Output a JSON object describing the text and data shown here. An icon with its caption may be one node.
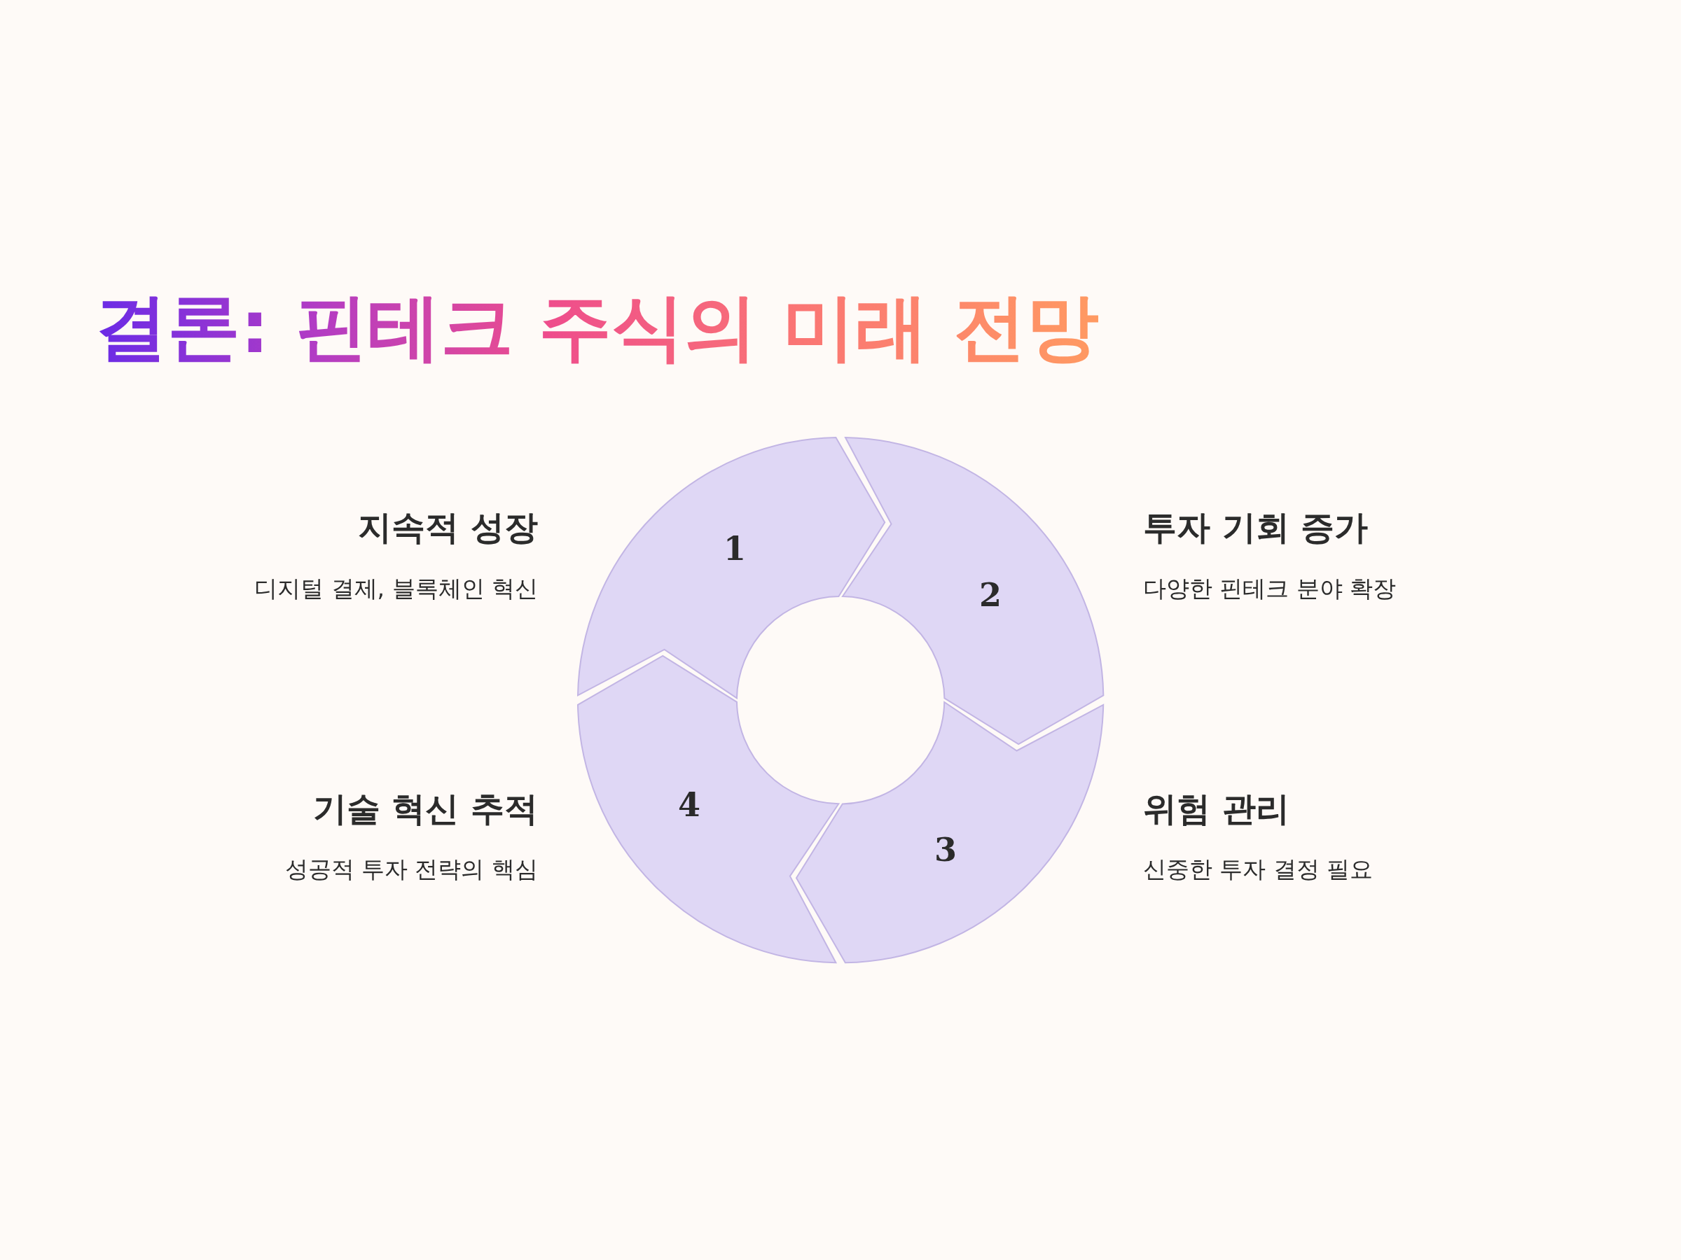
{
  "diagram": {
    "title": "결론: 핀테크 주식의 미래 전망",
    "nodes": [
      {
        "text": [
          "1"
        ],
        "beside": [
          "지속적 성장",
          "디지털 결제, 블록체인 혁신"
        ]
      },
      {
        "text": [
          "2"
        ],
        "beside": [
          "투자 기회 증가",
          "다양한 핀테크 분야 확장"
        ]
      },
      {
        "text": [
          "3"
        ],
        "beside": [
          "위험 관리",
          "신중한 투자 결정 필요"
        ]
      },
      {
        "text": [
          "4"
        ],
        "beside": [
          "기술 혁신 추적",
          "성공적 투자 전략의 핵심"
        ]
      }
    ]
  }
}
